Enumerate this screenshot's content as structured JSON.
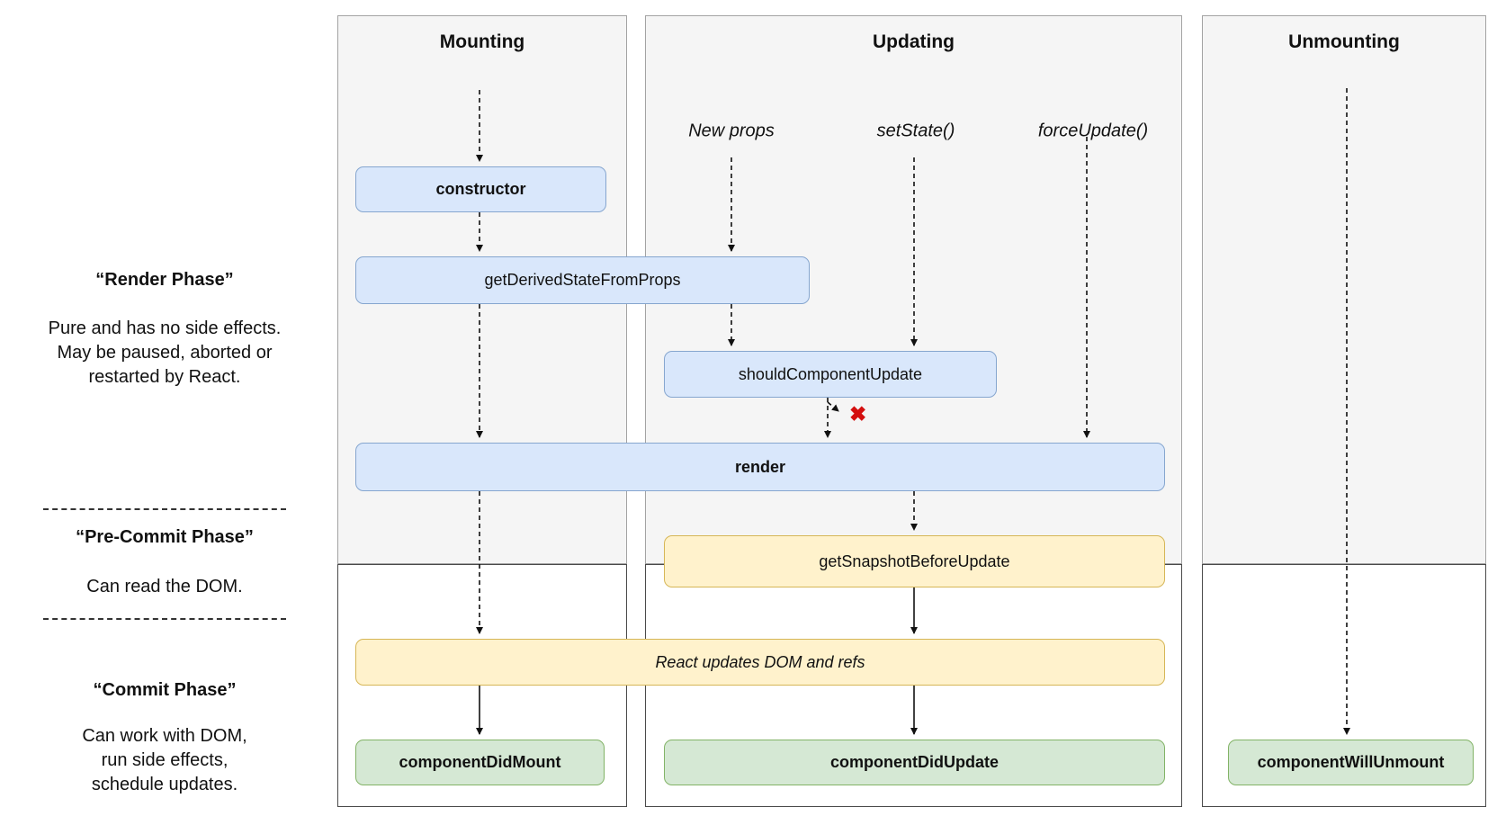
{
  "sidebar": {
    "render_phase": {
      "title": "“Render Phase”",
      "lines": [
        "Pure and has no side effects.",
        "May be paused, aborted or",
        "restarted by React."
      ]
    },
    "pre_commit_phase": {
      "title": "“Pre-Commit Phase”",
      "lines": [
        "Can read the DOM."
      ]
    },
    "commit_phase": {
      "title": "“Commit Phase”",
      "lines": [
        "Can work with DOM,",
        "run side effects,",
        "schedule updates."
      ]
    }
  },
  "columns": {
    "mounting": {
      "title": "Mounting"
    },
    "updating": {
      "title": "Updating",
      "triggers": [
        "New props",
        "setState()",
        "forceUpdate()"
      ]
    },
    "unmounting": {
      "title": "Unmounting"
    }
  },
  "nodes": {
    "constructor": "constructor",
    "get_derived_state_from_props": "getDerivedStateFromProps",
    "should_component_update": "shouldComponentUpdate",
    "render": "render",
    "get_snapshot_before_update": "getSnapshotBeforeUpdate",
    "react_updates_dom": "React updates DOM and refs",
    "component_did_mount": "componentDidMount",
    "component_did_update": "componentDidUpdate",
    "component_will_unmount": "componentWillUnmount"
  },
  "icons": {
    "update_stopped": "✖"
  },
  "colors": {
    "phase_bg_gray": "#f5f5f5",
    "blue_fill": "#d9e7fb",
    "blue_border": "#86a6cf",
    "yellow_fill": "#fff2cc",
    "yellow_border": "#d6b656",
    "green_fill": "#d5e8d4",
    "green_border": "#82b366",
    "error_red": "#d40f0f"
  }
}
